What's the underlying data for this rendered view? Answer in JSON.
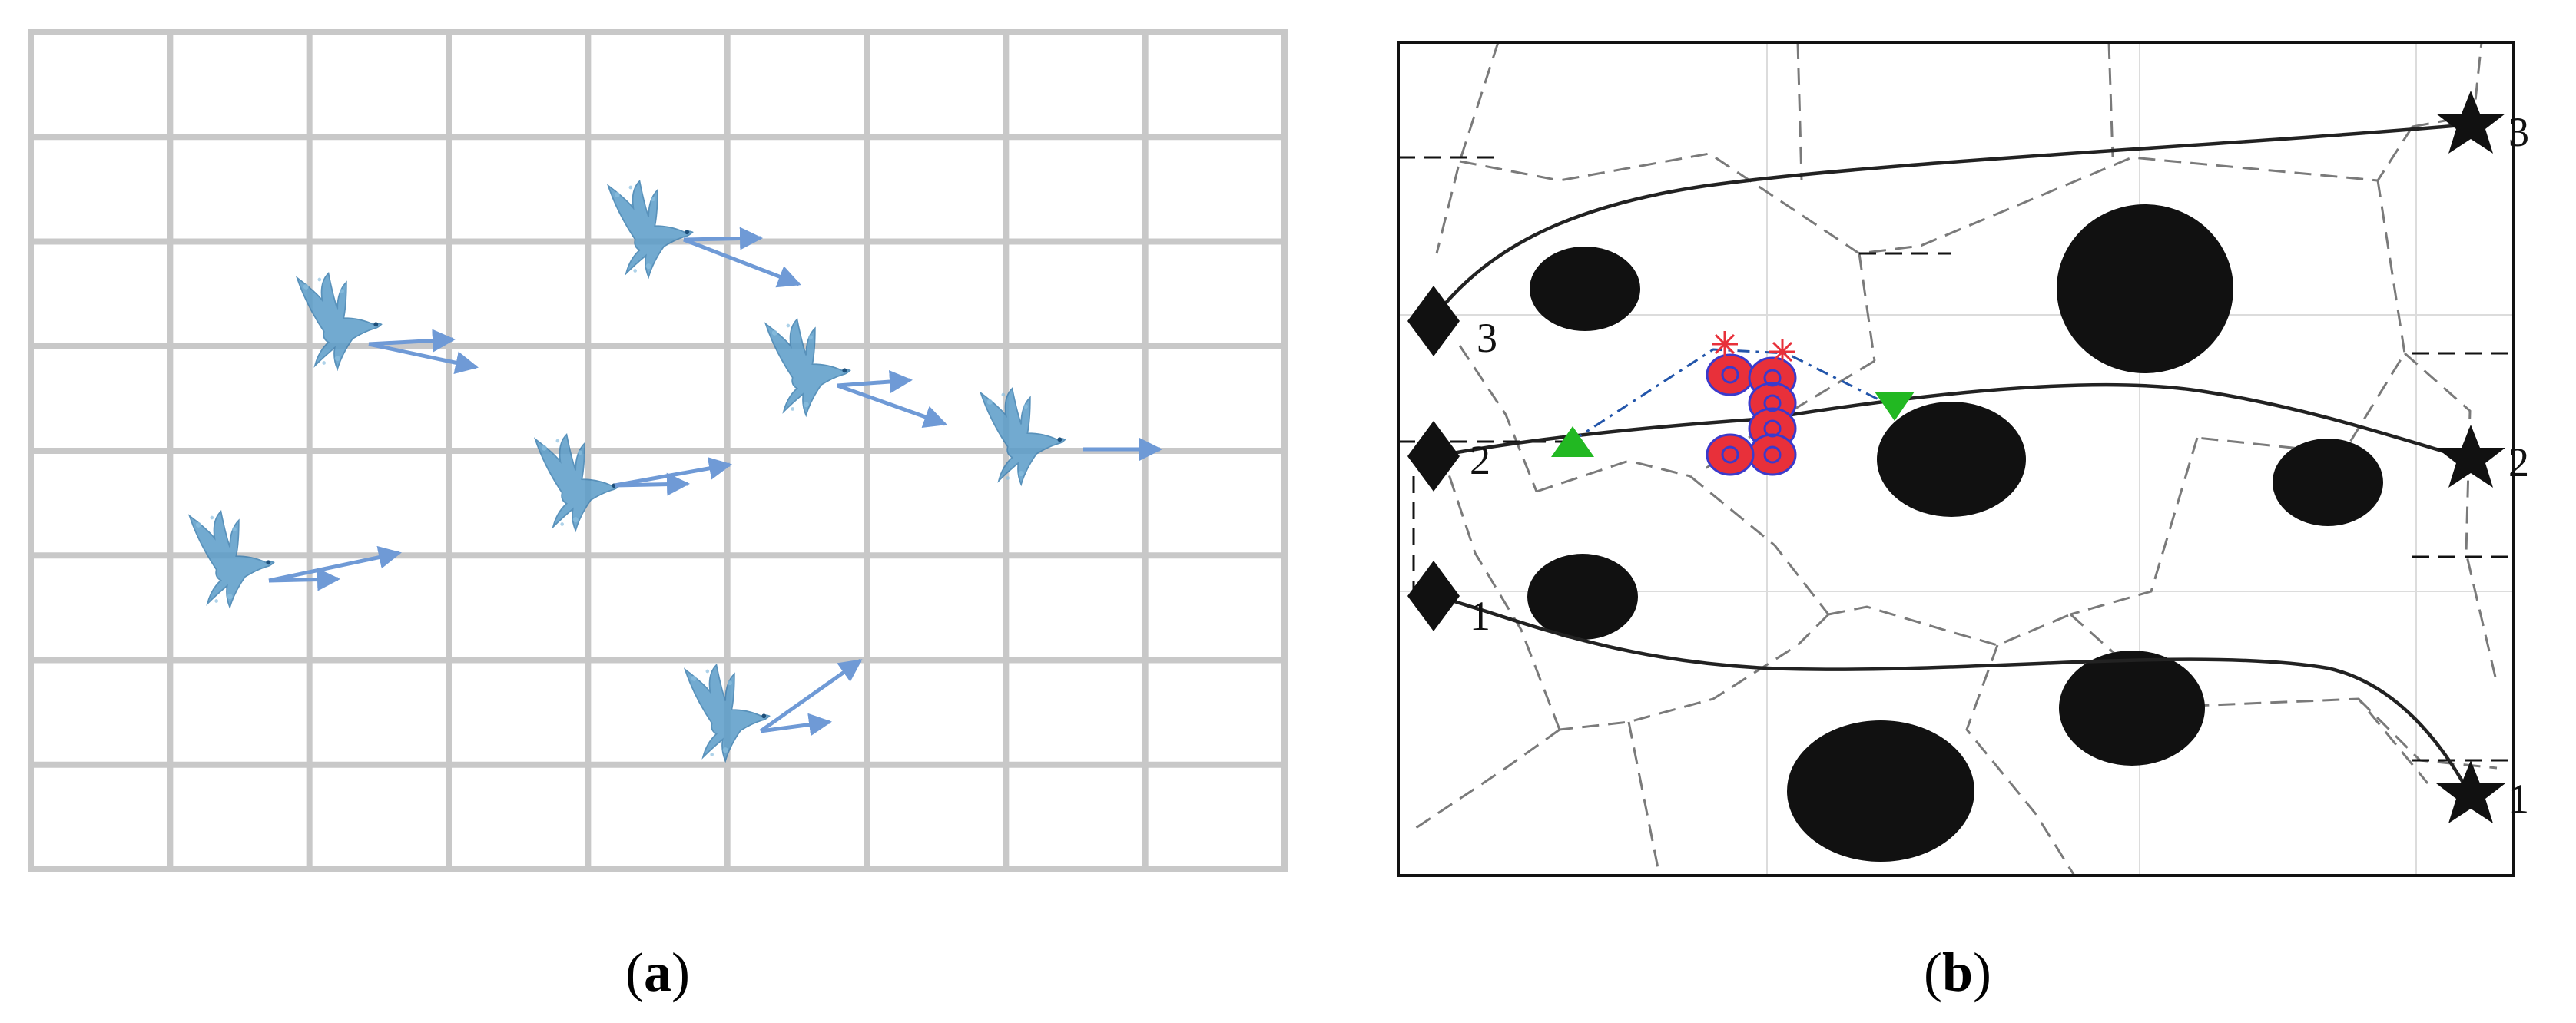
{
  "panels": [
    {
      "id": "a",
      "caption_open": "(",
      "caption_letter": "a",
      "caption_close": ")"
    },
    {
      "id": "b",
      "caption_open": "(",
      "caption_letter": "b",
      "caption_close": ")"
    }
  ],
  "panel_b": {
    "start_labels": [
      "1",
      "2",
      "3"
    ],
    "goal_labels": [
      "1",
      "2",
      "3"
    ]
  },
  "colors": {
    "grid": "#c8c8c8",
    "arrow": "#6f9ad6",
    "bird": "#5a9cc8",
    "obstacle": "#111111",
    "voronoi": "#777777",
    "path": "#222222",
    "threat_fill": "#e8303a",
    "threat_edge": "#3a3acc",
    "marker_green": "#22b822",
    "dashdot": "#2255aa"
  },
  "icons": [
    "bird-icon",
    "diamond-start-marker",
    "star-goal-marker",
    "triangle-up-marker",
    "triangle-down-marker",
    "asterisk-marker"
  ]
}
